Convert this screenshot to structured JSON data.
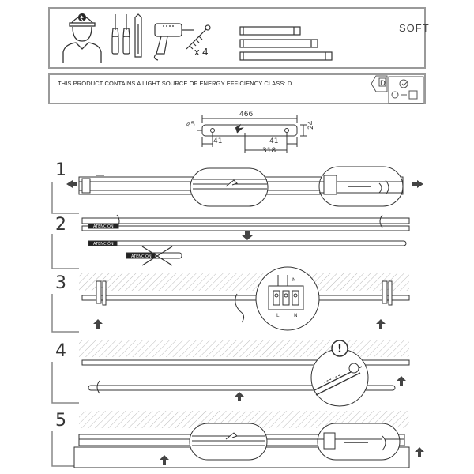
{
  "header": {
    "brand_word": "SOFT",
    "screw_count": "x 4",
    "energy_notice": "THIS PRODUCT CONTAINS A LIGHT SOURCE OF ENERGY EFFICIENCY CLASS: D",
    "energy_class_letter": "D"
  },
  "dimensions": {
    "hole_diameter": "⌀5",
    "total_length": "466",
    "height": "24",
    "left_offset": "41",
    "right_offset": "41",
    "hole_spacing": "318"
  },
  "steps": [
    {
      "number": "1"
    },
    {
      "number": "2",
      "tube_label_a": "ATENCIÓN",
      "tube_label_b": "ATENCIÓN",
      "tube_label_c": "ATENCIÓN"
    },
    {
      "number": "3",
      "terminal_top": "N",
      "terminal_bottom_l": "L",
      "terminal_bottom_n": "N"
    },
    {
      "number": "4",
      "warning_mark": "!"
    },
    {
      "number": "5"
    }
  ]
}
